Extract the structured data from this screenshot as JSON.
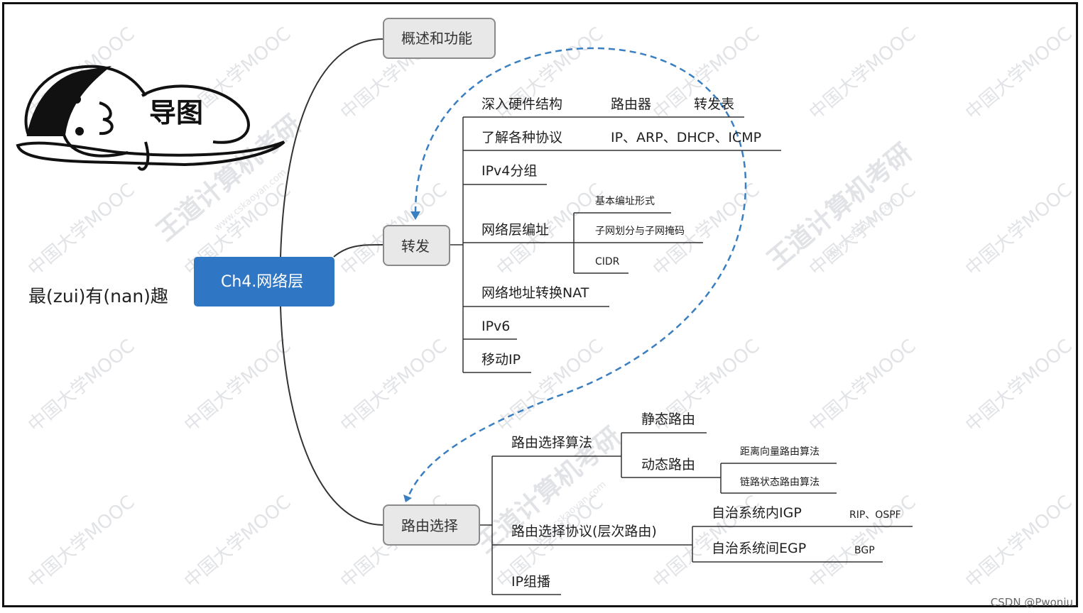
{
  "credit": "CSDN @Pwoniu",
  "mascot": {
    "title": "导图"
  },
  "root": {
    "label": "Ch4.网络层",
    "note": "最(zui)有(nan)趣",
    "color": "#2f77c4"
  },
  "branches": {
    "overview": {
      "label": "概述和功能"
    },
    "forwarding": {
      "label": "转发",
      "items": {
        "hardware": {
          "label": "深入硬件结构",
          "children": [
            "路由器",
            "转发表"
          ]
        },
        "protocols": {
          "label": "了解各种协议",
          "detail": "IP、ARP、DHCP、ICMP"
        },
        "ipv4": {
          "label": "IPv4分组"
        },
        "addressing": {
          "label": "网络层编址",
          "children": [
            "基本编址形式",
            "子网划分与子网掩码",
            "CIDR"
          ]
        },
        "nat": {
          "label": "网络地址转换NAT"
        },
        "ipv6": {
          "label": "IPv6"
        },
        "mobile": {
          "label": "移动IP"
        }
      }
    },
    "routing": {
      "label": "路由选择",
      "items": {
        "algorithms": {
          "label": "路由选择算法",
          "static": "静态路由",
          "dynamic": {
            "label": "动态路由",
            "children": [
              "距离向量路由算法",
              "链路状态路由算法"
            ]
          }
        },
        "protocols": {
          "label": "路由选择协议(层次路由)",
          "igp": {
            "label": "自治系统内IGP",
            "detail": "RIP、OSPF"
          },
          "egp": {
            "label": "自治系统间EGP",
            "detail": "BGP"
          }
        },
        "multicast": {
          "label": "IP组播"
        }
      }
    }
  },
  "watermarks": [
    "中国大学MOOC",
    "王道计算机考研",
    "www.cskaoyan.com"
  ],
  "colors": {
    "line": "#333333",
    "node_fill": "#e8e8e8",
    "node_border": "#8a8a8a",
    "dash": "#3a7fc1",
    "watermark": "#c9ccd2"
  }
}
